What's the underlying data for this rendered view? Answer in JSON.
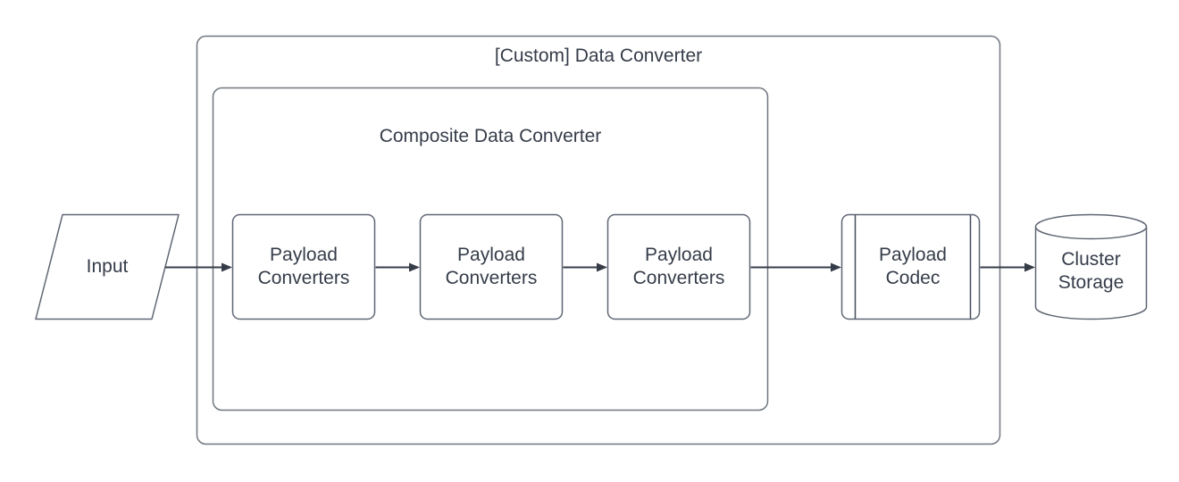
{
  "diagram": {
    "outer_container": {
      "title": "[Custom] Data Converter"
    },
    "inner_container": {
      "title": "Composite Data Converter"
    },
    "nodes": {
      "input": {
        "label": "Input",
        "shape": "parallelogram"
      },
      "payload_converter_1": {
        "label": "Payload Converters",
        "shape": "rounded-rect"
      },
      "payload_converter_2": {
        "label": "Payload Converters",
        "shape": "rounded-rect"
      },
      "payload_converter_3": {
        "label": "Payload Converters",
        "shape": "rounded-rect"
      },
      "payload_codec": {
        "label": "Payload Codec",
        "shape": "predefined-process"
      },
      "cluster_storage": {
        "label": "Cluster Storage",
        "shape": "cylinder"
      }
    },
    "flow": [
      "input",
      "payload_converter_1",
      "payload_converter_2",
      "payload_converter_3",
      "payload_codec",
      "cluster_storage"
    ],
    "colors": {
      "background": "#ffffff",
      "shape_stroke": "#5f6673",
      "container_stroke": "#70767f",
      "arrow": "#363d49",
      "text": "#353c49"
    }
  }
}
